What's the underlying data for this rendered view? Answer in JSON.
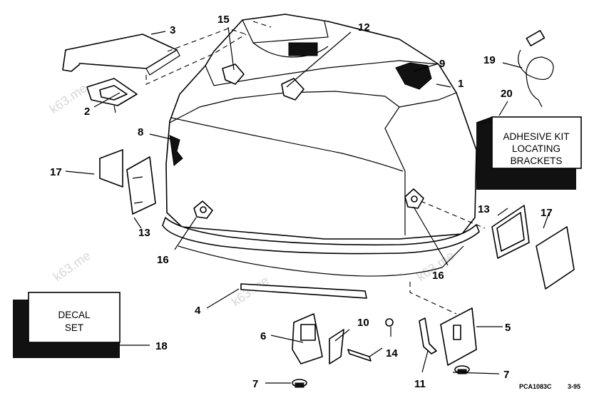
{
  "diagram": {
    "callouts": [
      "1",
      "2",
      "3",
      "4",
      "5",
      "6",
      "7",
      "7",
      "8",
      "9",
      "10",
      "11",
      "12",
      "13",
      "13",
      "14",
      "15",
      "16",
      "16",
      "17",
      "17",
      "18",
      "19",
      "20"
    ],
    "boxes": {
      "adhesive_kit": [
        "ADHESIVE KIT",
        "LOCATING",
        "BRACKETS"
      ],
      "decal_set": [
        "DECAL",
        "SET"
      ]
    },
    "figure_code": "PCA1083C",
    "figure_date": "3-95",
    "watermark": "k63.me"
  }
}
